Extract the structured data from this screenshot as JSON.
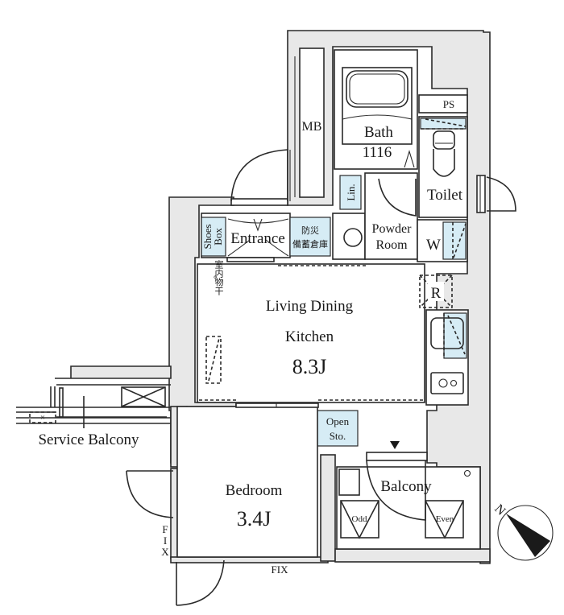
{
  "plan": {
    "rooms": {
      "living": {
        "name_line1": "Living Dining",
        "name_line2": "Kitchen",
        "size": "8.3J"
      },
      "bedroom": {
        "name": "Bedroom",
        "size": "3.4J"
      },
      "bath": {
        "name": "Bath",
        "size": "1116"
      },
      "toilet": {
        "name": "Toilet"
      },
      "powder": {
        "name_line1": "Powder",
        "name_line2": "Room"
      },
      "entrance": {
        "name": "Entrance"
      },
      "balcony": {
        "name": "Balcony"
      },
      "service_balcony": {
        "name": "Service Balcony"
      }
    },
    "fixtures": {
      "mb": "MB",
      "ps": "PS",
      "linen": "Lin.",
      "shoes_line1": "Shoes",
      "shoes_line2": "Box",
      "storage_jp_line1": "防災",
      "storage_jp_line2": "備蓄倉庫",
      "washer": "W",
      "fridge": "R",
      "open_storage_line1": "Open",
      "open_storage_line2": "Sto.",
      "indoor_drying": "室内物干",
      "odd": "Odd",
      "even": "Even",
      "fix_side": [
        "F",
        "I",
        "X"
      ],
      "fix_bottom": "FIX"
    },
    "compass": {
      "north_label": "N"
    },
    "colors": {
      "wall_fill": "#e8e8e8",
      "storage_blue": "#d6ecf5",
      "ink": "#2a2a2a"
    }
  }
}
